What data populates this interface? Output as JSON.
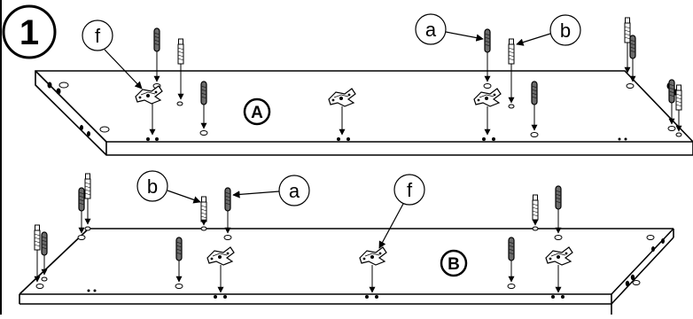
{
  "step_number": "1",
  "panels": [
    {
      "letter": "A"
    },
    {
      "letter": "B"
    }
  ],
  "callouts": [
    {
      "label": "f",
      "part": "cam-lock connector"
    },
    {
      "label": "a",
      "part": "dowel pin (dark)"
    },
    {
      "label": "b",
      "part": "screw pin (light)"
    },
    {
      "label": "b",
      "part": "screw pin (light)"
    },
    {
      "label": "a",
      "part": "dowel pin (dark)"
    },
    {
      "label": "f",
      "part": "cam-lock connector"
    }
  ]
}
